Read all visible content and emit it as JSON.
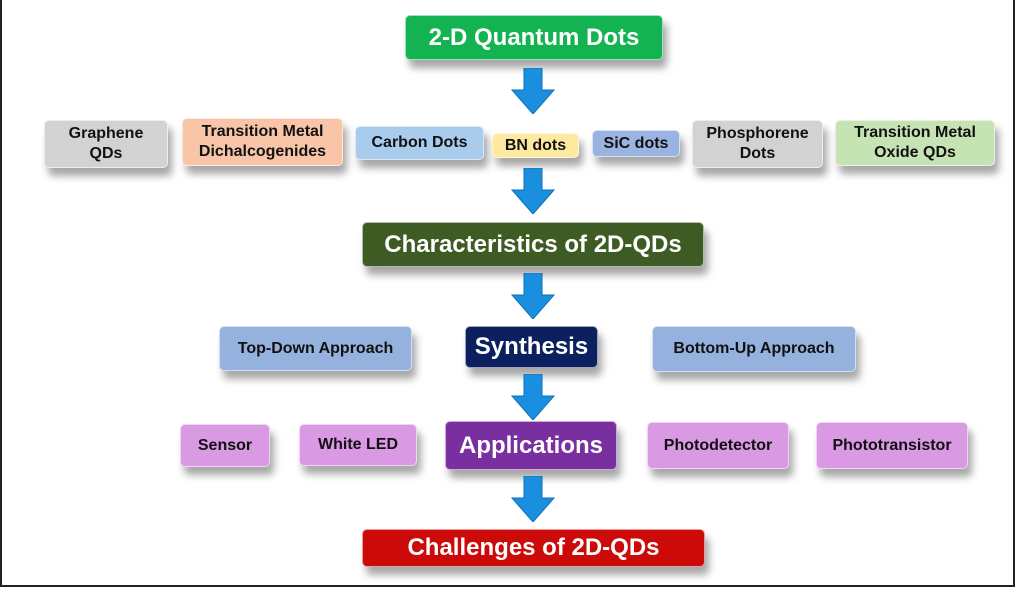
{
  "title": "2-D Quantum Dots",
  "types": [
    "Graphene QDs",
    "Transition Metal Dichalcogenides",
    "Carbon Dots",
    "BN dots",
    "SiC dots",
    "Phosphorene Dots",
    "Transition Metal Oxide QDs"
  ],
  "characteristics": "Characteristics of 2D-QDs",
  "synthesis": {
    "label": "Synthesis",
    "top_down": "Top-Down Approach",
    "bottom_up": "Bottom-Up Approach"
  },
  "applications": {
    "label": "Applications",
    "items": [
      "Sensor",
      "White LED",
      "Photodetector",
      "Phototransistor"
    ]
  },
  "challenges": "Challenges of 2D-QDs",
  "colors": {
    "title": "#14b352",
    "characteristics": "#3d5b22",
    "synthesis": "#0c2060",
    "applications": "#7a2fa0",
    "challenges": "#cc0a0a",
    "arrow": "#1a8fe0"
  }
}
